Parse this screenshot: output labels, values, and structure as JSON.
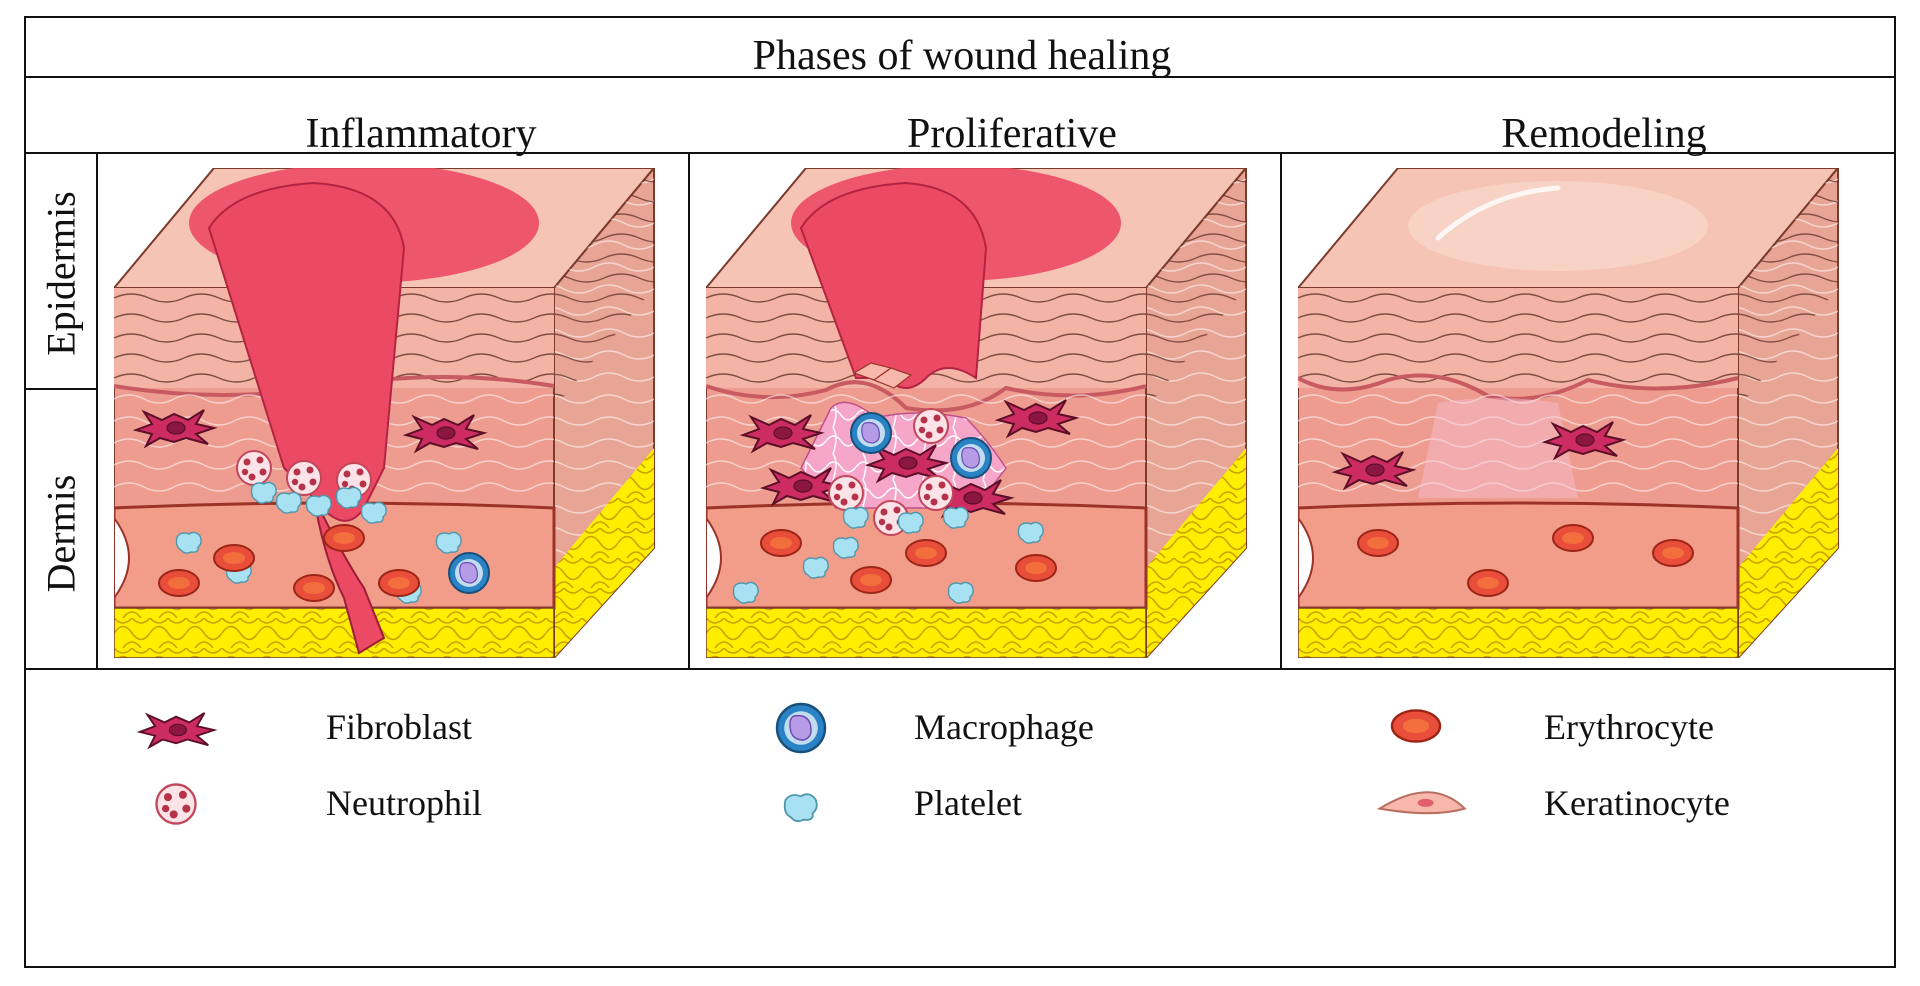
{
  "title": "Phases of wound healing",
  "phases": [
    "Inflammatory",
    "Proliferative",
    "Remodeling"
  ],
  "layers": [
    "Epidermis",
    "Dermis"
  ],
  "legend": [
    {
      "label": "Fibroblast",
      "icon": "fibroblast-icon"
    },
    {
      "label": "Neutrophil",
      "icon": "neutrophil-icon"
    },
    {
      "label": "Macrophage",
      "icon": "macrophage-icon"
    },
    {
      "label": "Platelet",
      "icon": "platelet-icon"
    },
    {
      "label": "Erythrocyte",
      "icon": "erythrocyte-icon"
    },
    {
      "label": "Keratinocyte",
      "icon": "keratinocyte-icon"
    }
  ],
  "colors": {
    "skin_top": "#f5c4b4",
    "skin_side": "#e8a595",
    "dermis": "#ee9c8f",
    "wound": "#ec4a64",
    "fat": "#ffee00",
    "vessel": "#f29c8a",
    "erythrocyte": "#e94e3b",
    "fibroblast": "#cc2c61",
    "macrophage": "#2a83c5",
    "platelet": "#a8e2f2"
  }
}
